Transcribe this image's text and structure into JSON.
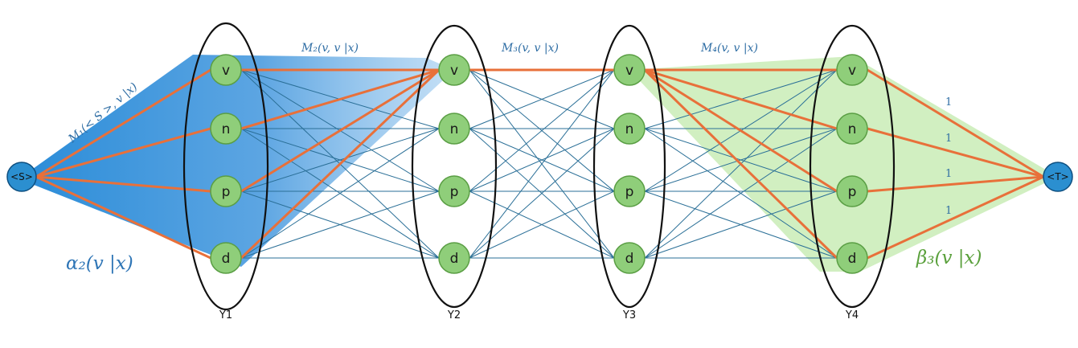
{
  "diagram": {
    "start_label": "<S>",
    "end_label": "<T>",
    "columns": [
      {
        "label": "Y1",
        "nodes": [
          "v",
          "n",
          "p",
          "d"
        ]
      },
      {
        "label": "Y2",
        "nodes": [
          "v",
          "n",
          "p",
          "d"
        ]
      },
      {
        "label": "Y3",
        "nodes": [
          "v",
          "n",
          "p",
          "d"
        ]
      },
      {
        "label": "Y4",
        "nodes": [
          "v",
          "n",
          "p",
          "d"
        ]
      }
    ],
    "edge_labels": {
      "m1": "M₁(< S >, v |x)",
      "m2": "M₂(v, v |x)",
      "m3": "M₃(v, v |x)",
      "m4": "M₄(v, v |x)"
    },
    "end_weights": [
      "1",
      "1",
      "1",
      "1"
    ],
    "alpha_label": "α₂(v |x)",
    "beta_label": "β₃(v |x)",
    "colors": {
      "node_fill": "#8fce7a",
      "node_stroke": "#5a9e44",
      "terminal_fill": "#2b8fd0",
      "thin_edge": "#2a6f97",
      "highlight_edge": "#e8703a",
      "alpha_region": "#4a9ad8",
      "beta_region": "#c9ecb6"
    }
  }
}
